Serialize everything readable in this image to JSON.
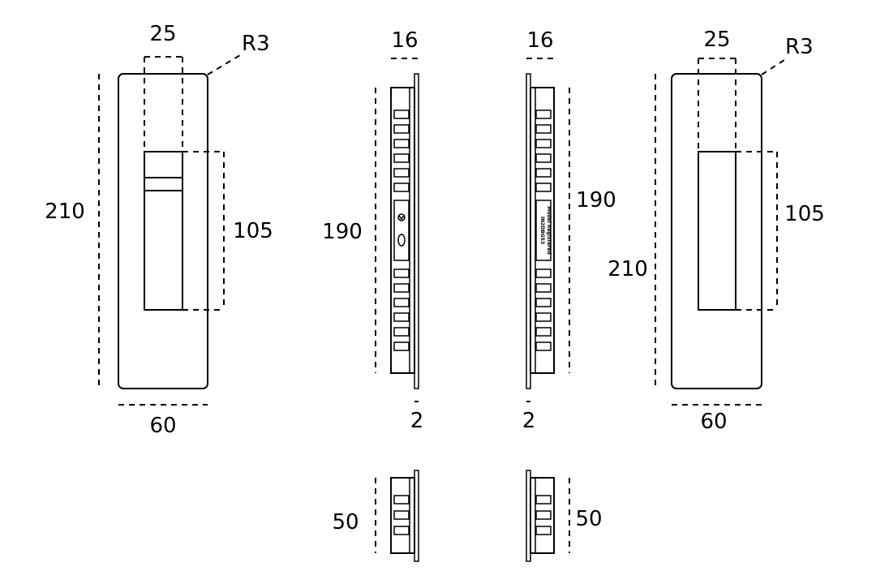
{
  "views": {
    "front_left": {
      "width": "60",
      "height": "210",
      "radius": "R3",
      "grip_width": "25",
      "grip_height": "105"
    },
    "side_left": {
      "depth": "16",
      "height": "190",
      "plate": "2",
      "short_height": "50"
    },
    "side_right": {
      "depth": "16",
      "height": "190",
      "plate": "2",
      "short_height": "50"
    },
    "front_right": {
      "width": "60",
      "height": "210",
      "radius": "R3",
      "grip_width": "25",
      "grip_height": "105"
    }
  },
  "label_text": {
    "line1": "IN2DBG53",
    "line2": "Model Registered"
  },
  "colors": {
    "line": "#000000",
    "background": "#ffffff"
  }
}
